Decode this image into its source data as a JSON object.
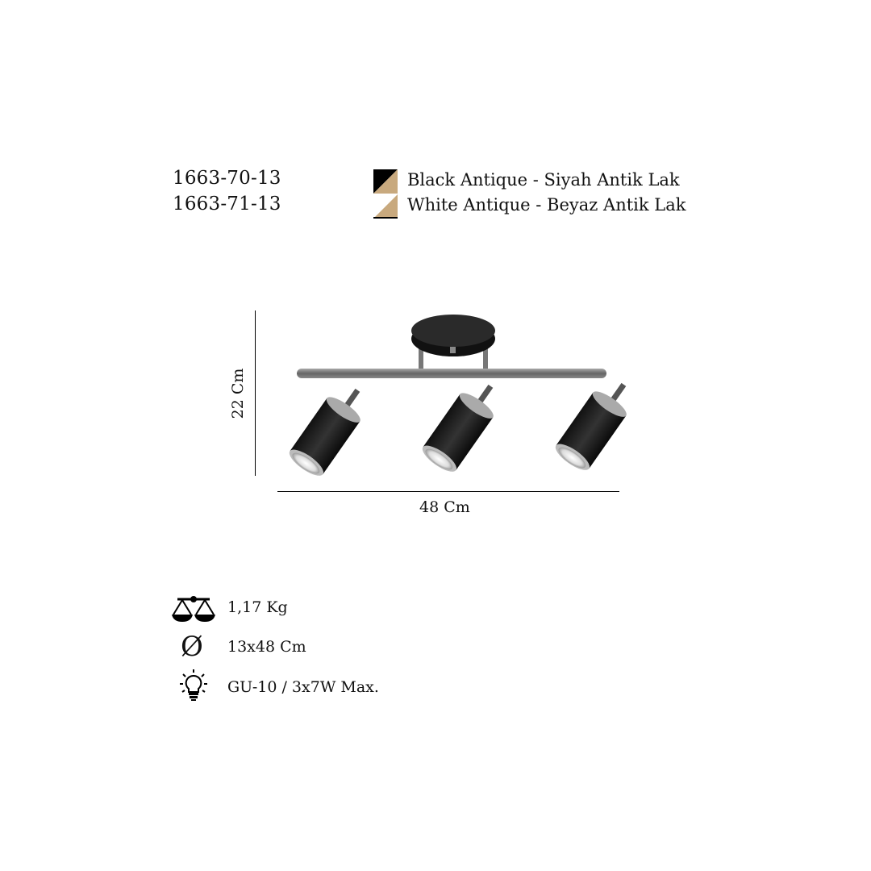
{
  "variants": [
    {
      "code": "1663-70-13",
      "finish": "Black Antique - Siyah Antik Lak",
      "swatch_colors": [
        "#000000",
        "#c8a97e"
      ]
    },
    {
      "code": "1663-71-13",
      "finish": "White Antique - Beyaz Antik Lak",
      "swatch_colors": [
        "#ffffff",
        "#c8a97e"
      ]
    }
  ],
  "dimensions": {
    "height": "22 Cm",
    "width": "48 Cm"
  },
  "specs": [
    {
      "icon": "scale-icon",
      "text": "1,17 Kg"
    },
    {
      "icon": "diameter-icon",
      "text": "13x48 Cm"
    },
    {
      "icon": "bulb-icon",
      "text": "GU-10 / 3x7W Max."
    }
  ]
}
